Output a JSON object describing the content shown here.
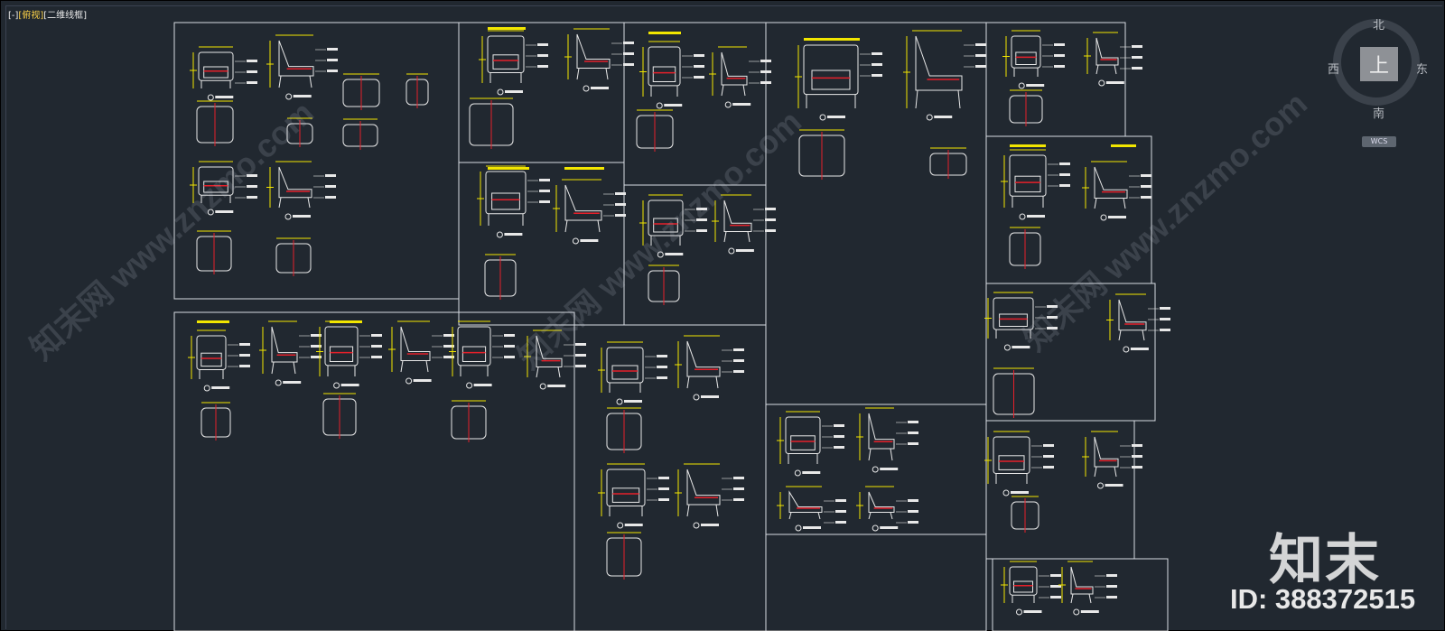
{
  "viewport": {
    "label_parts": [
      "[-]",
      "[俯视]",
      "[二维线框]"
    ]
  },
  "viewcube": {
    "face": "上",
    "north": "北",
    "south": "南",
    "east": "东",
    "west": "西",
    "wcs": "WCS"
  },
  "watermark": {
    "diagonal_text": "知末网 www.znzmo.com",
    "brand": "知末",
    "id_text": "ID: 388372515"
  },
  "colors": {
    "background": "#212830",
    "frame_line": "#d8dce2",
    "drawing_line": "#e8e8e8",
    "dimension": "#f2e600",
    "accent_red": "#e5202a"
  },
  "icons": [
    "viewcube-icon",
    "compass-ring-icon"
  ]
}
